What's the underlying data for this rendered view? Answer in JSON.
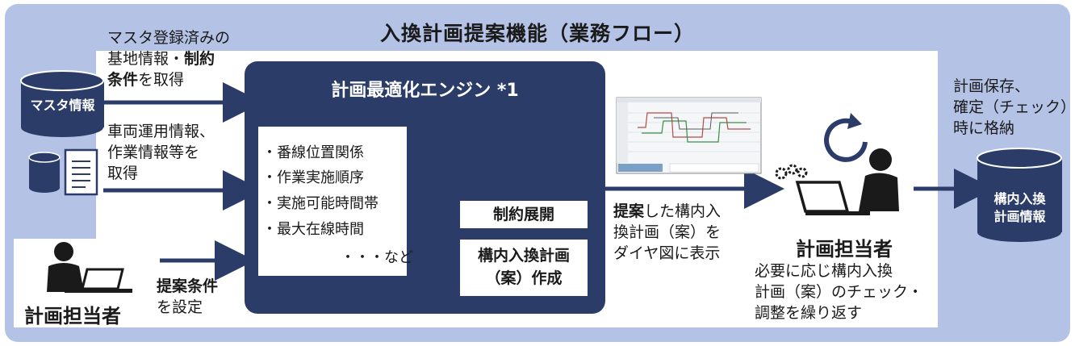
{
  "title": "入換計画提案機能（業務フロー）",
  "left": {
    "master_label": "マスタ情報",
    "master_desc": [
      "マスタ登録済みの",
      "基地情報・",
      "制約",
      "条件",
      "を取得"
    ],
    "vehicle_desc": [
      "車両運用情報、",
      "作業情報等を",
      "取得"
    ],
    "person_label": "計画担当者",
    "condition_bold": "提案条件",
    "condition_rest": "を設定"
  },
  "engine": {
    "title": "計画最適化エンジン *1",
    "items": [
      "・番線位置関係",
      "・作業実施順序",
      "・実施可能時間帯",
      "・最大在線時間",
      "・・・など"
    ],
    "box1": "制約展開",
    "box2_line1": "構内入換計画",
    "box2_line2": "（案）作成"
  },
  "middle": {
    "line1_bold": "提案",
    "line1_rest": "した構内入",
    "line2": "換計画（案）を",
    "line3": "ダイヤ図に表示"
  },
  "right_person": {
    "label": "計画担当者",
    "desc": [
      "必要に応じ構内入換",
      "計画（案）のチェック・",
      "調整を繰り返す"
    ]
  },
  "store": {
    "desc": [
      "計画保存、",
      "確定（チェック）",
      "時に格納"
    ],
    "cylinder": [
      "構内入換",
      "計画情報"
    ]
  },
  "colors": {
    "navy": "#2b3c69",
    "frame": "#b4c2e6",
    "arrow": "#2b3c69"
  }
}
